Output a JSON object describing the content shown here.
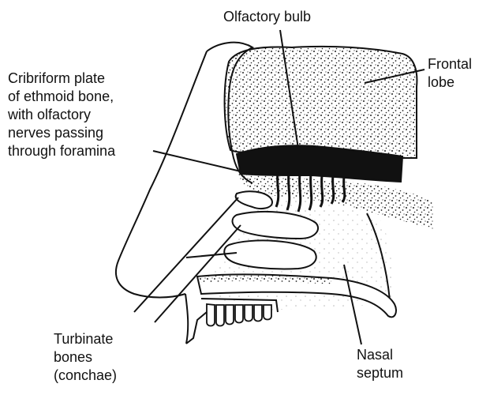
{
  "labels": {
    "olfactory_bulb": "Olfactory bulb",
    "frontal_lobe": [
      "Frontal",
      "lobe"
    ],
    "cribriform": [
      "Cribriform plate",
      "of ethmoid bone,",
      "with olfactory",
      "nerves passing",
      "through foramina"
    ],
    "turbinate": [
      "Turbinate",
      "bones",
      "(conchae)"
    ],
    "nasal_septum": [
      "Nasal",
      "septum"
    ]
  }
}
